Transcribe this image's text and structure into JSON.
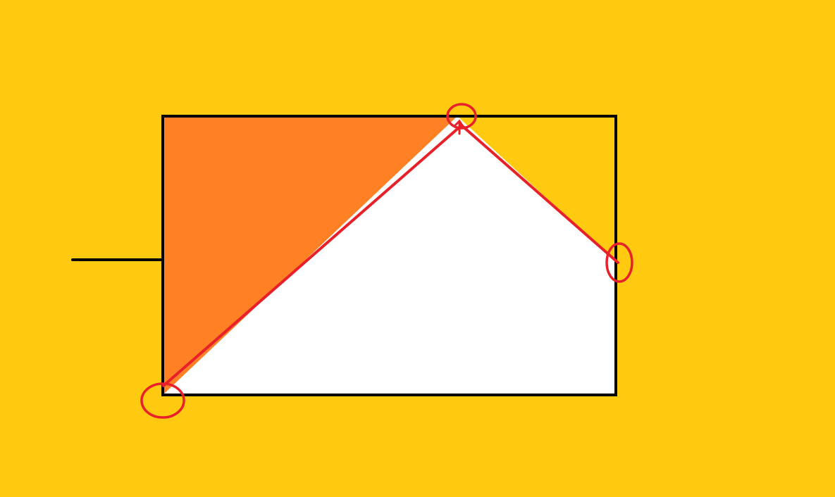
{
  "colors": {
    "background": "#FFCA10",
    "orange_region": "#FF8124",
    "white_region": "#FFFFFF",
    "outline": "#000000",
    "annotation": "#E8202A"
  },
  "shapes": {
    "rectangle": "black-outlined-rectangle",
    "left_lead": "horizontal-black-line",
    "diagonal_path": "red-polyline",
    "markers": [
      "bottom-left-corner-circle",
      "top-edge-circle",
      "right-edge-circle"
    ]
  }
}
